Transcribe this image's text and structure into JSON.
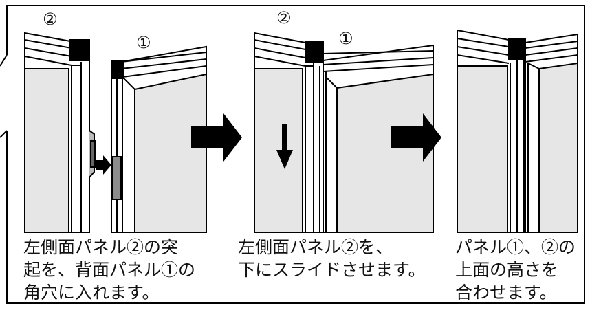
{
  "steps": [
    {
      "panel_markers": [
        "②",
        "①"
      ],
      "caption_lines": [
        "左側面パネル②の突",
        "起を、背面パネル①の",
        "角穴に入れます。"
      ]
    },
    {
      "panel_markers": [
        "②",
        "①"
      ],
      "caption_lines": [
        "左側面パネル②を、",
        "下にスライドさせます。"
      ]
    },
    {
      "panel_markers": [],
      "caption_lines": [
        "パネル①、②の",
        "上面の高さを",
        "合わせます。"
      ]
    }
  ],
  "colors": {
    "panel_fill": "#e6e6e6",
    "stroke": "#000000",
    "corner_block": "#000000",
    "tab_fill": "#8c8c8c"
  },
  "icons": [
    "right-arrow-icon",
    "down-arrow-icon",
    "insert-arrow-icon"
  ]
}
